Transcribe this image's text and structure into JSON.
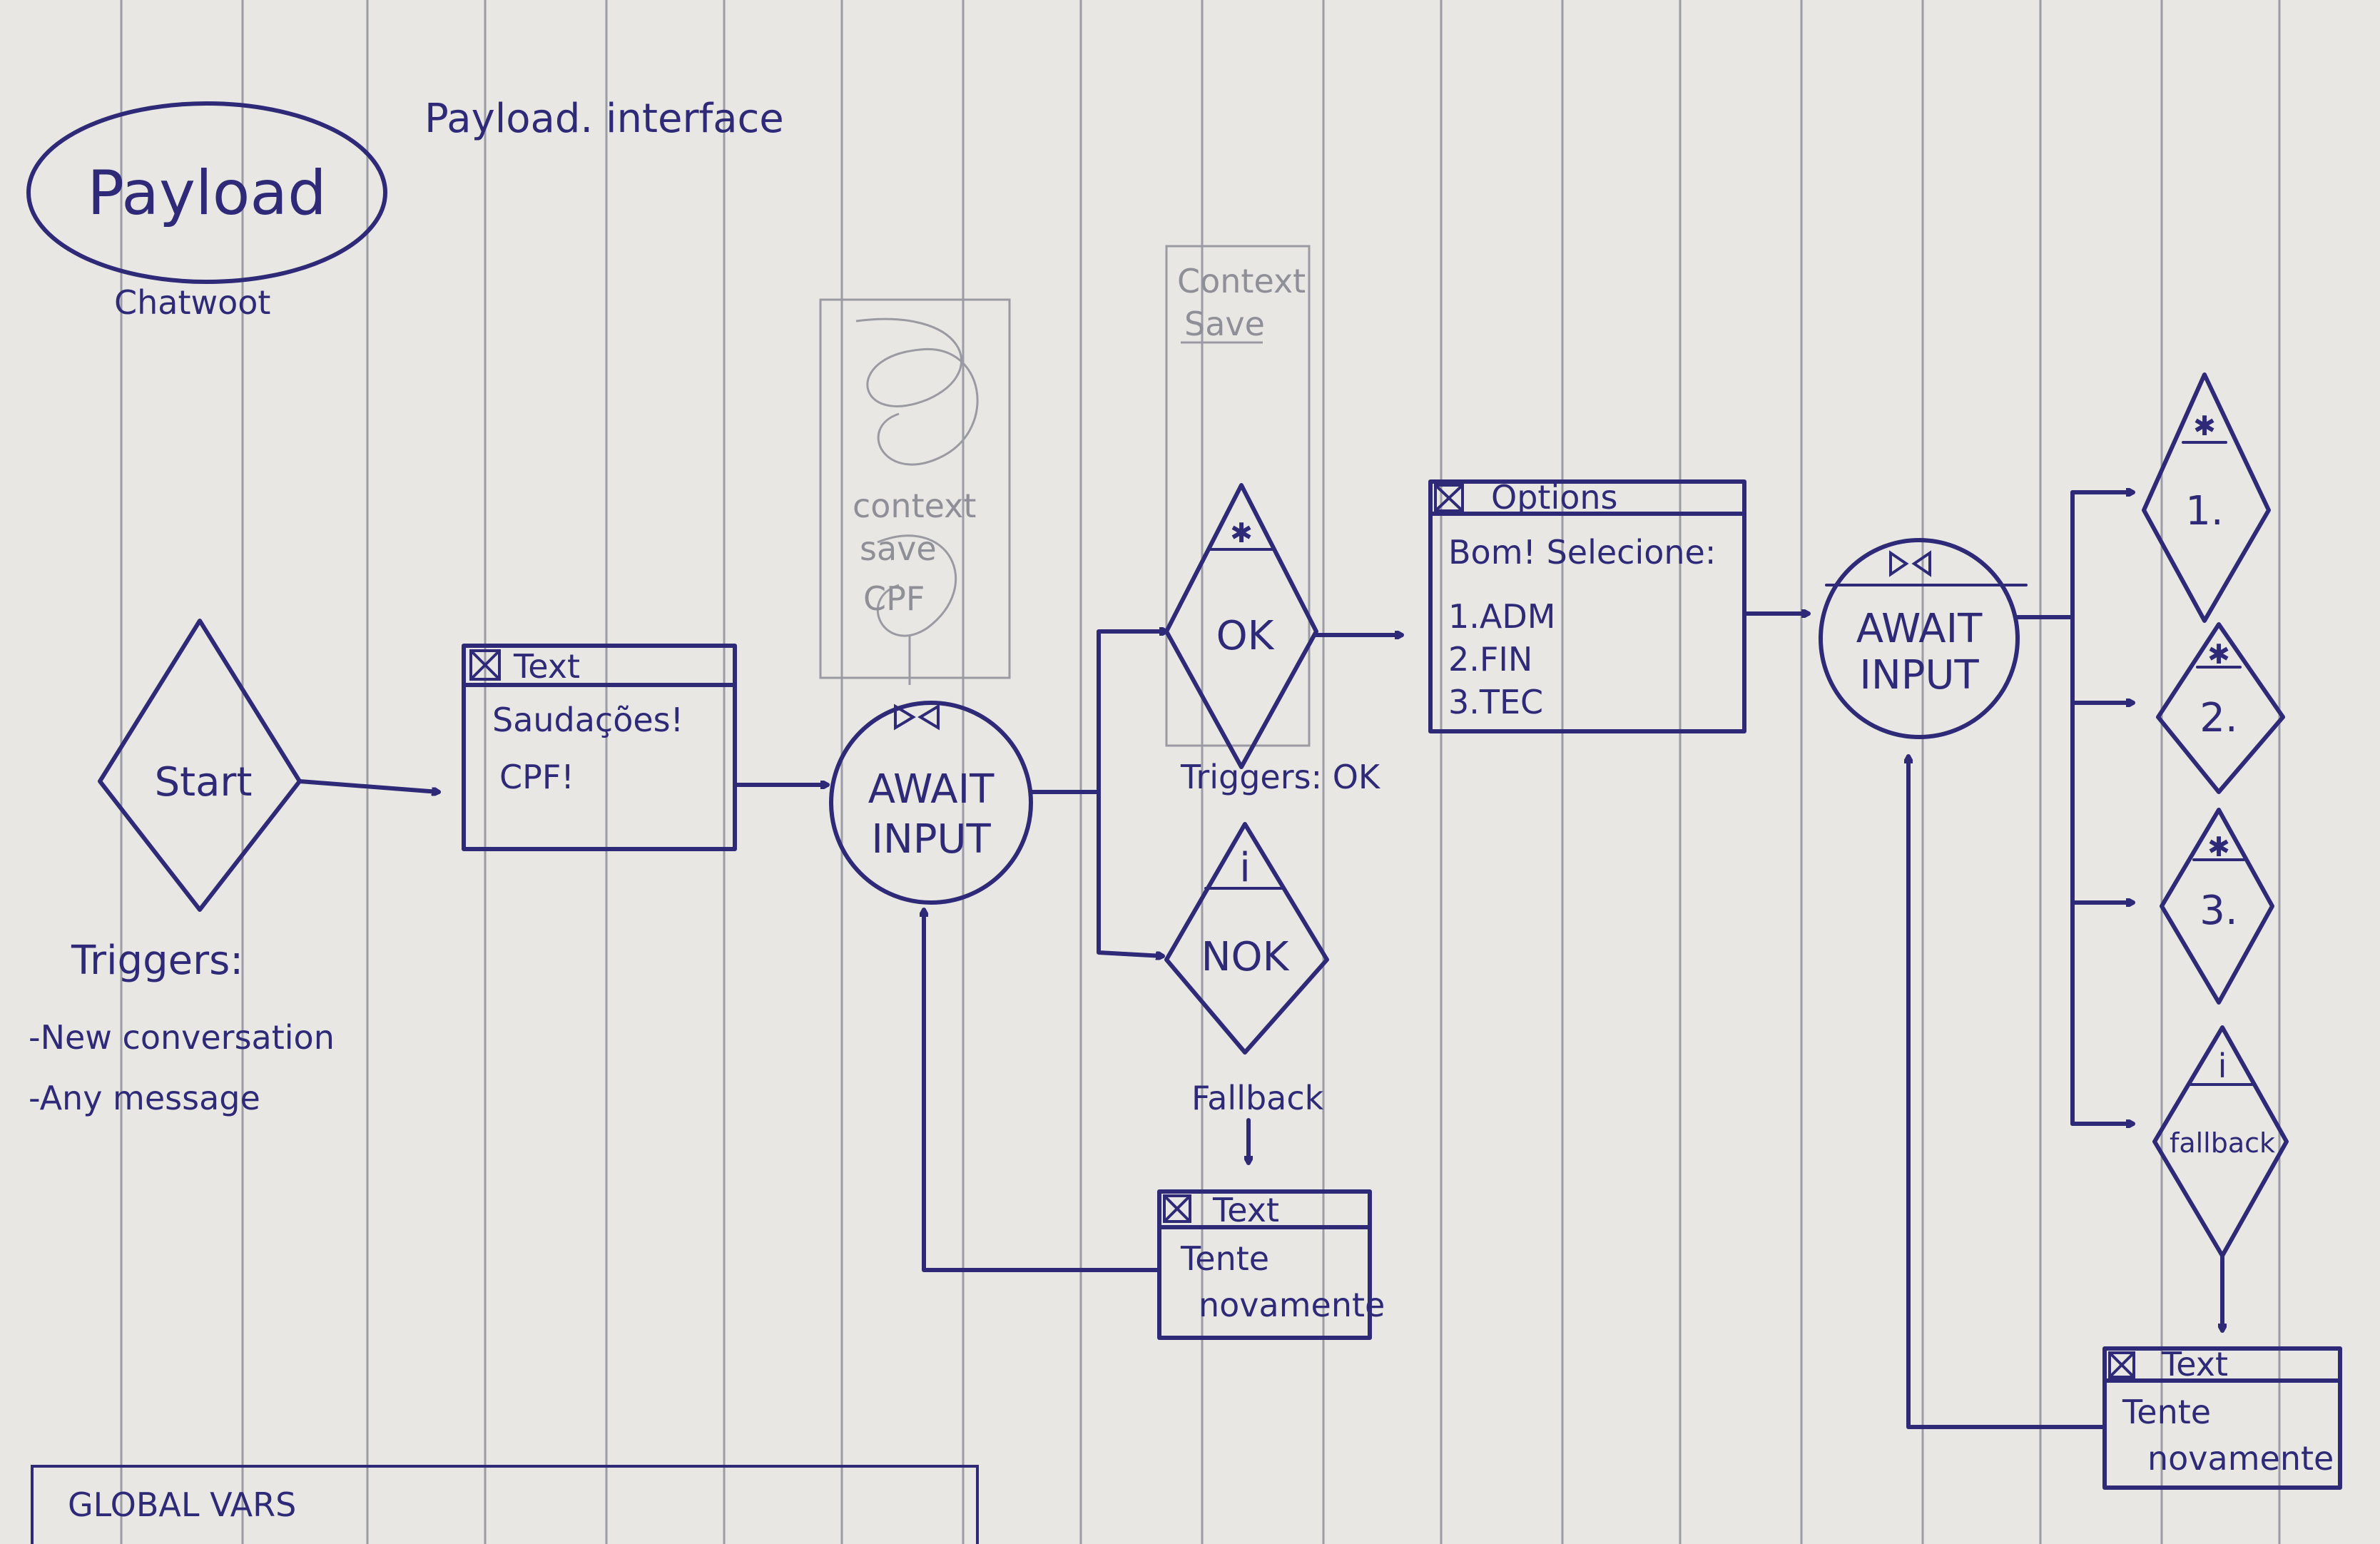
{
  "page": {
    "title": "Payload",
    "subtitle": "Payload. interface",
    "source": "Chatwoot"
  },
  "start": {
    "label": "Start",
    "triggers_title": "Triggers:",
    "triggers": [
      "-New conversation",
      "-Any message"
    ]
  },
  "text1": {
    "header": "Text",
    "lines": [
      "Saudações!",
      "CPF!"
    ]
  },
  "await1": {
    "line1": "AWAIT",
    "line2": "INPUT"
  },
  "context1": {
    "lines": [
      "context",
      "save",
      "CPF"
    ]
  },
  "context2": {
    "lines": [
      "Context",
      "Save"
    ]
  },
  "ok": {
    "label": "OK",
    "triggers": "Triggers: OK"
  },
  "nok": {
    "label": "NOK",
    "fallback": "Fallback"
  },
  "text_retry1": {
    "header": "Text",
    "lines": [
      "Tente",
      "novamente"
    ]
  },
  "options": {
    "header": "Options",
    "lines": [
      "Bom! Selecione:",
      "1.ADM",
      "2.FIN",
      "3.TEC"
    ]
  },
  "await2": {
    "line1": "AWAIT",
    "line2": "INPUT"
  },
  "choices": [
    "1.",
    "2.",
    "3.",
    "fallback"
  ],
  "text_retry2": {
    "header": "Text",
    "lines": [
      "Tente",
      "novamente"
    ]
  },
  "global_vars": {
    "label": "GLOBAL VARS"
  },
  "colors": {
    "ink": "#2e2a78",
    "paper": "#e9e7e3",
    "rules": "#9c9ca6",
    "pencil": "#9a9aa2"
  }
}
